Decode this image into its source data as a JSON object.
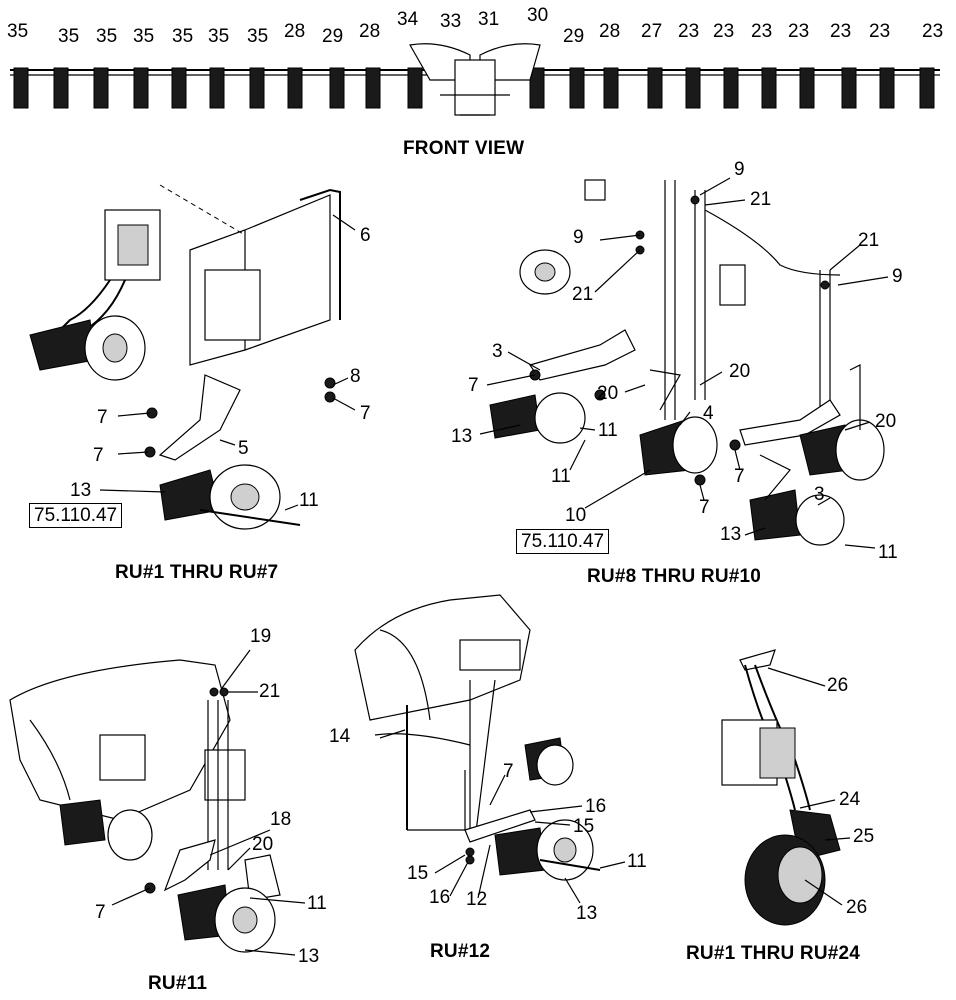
{
  "front_view": {
    "title": "FRONT VIEW",
    "callouts": [
      "35",
      "35",
      "35",
      "35",
      "35",
      "35",
      "35",
      "28",
      "29",
      "28",
      "34",
      "33",
      "31",
      "30",
      "29",
      "28",
      "27",
      "23",
      "23",
      "23",
      "23",
      "23",
      "23",
      "23"
    ]
  },
  "panel_ru1_7": {
    "title": "RU#1 THRU RU#7",
    "reference": "75.110.47",
    "callouts": [
      "6",
      "8",
      "7",
      "7",
      "5",
      "7",
      "13",
      "11"
    ]
  },
  "panel_ru8_10": {
    "title": "RU#8 THRU RU#10",
    "reference": "75.110.47",
    "callouts": [
      "9",
      "21",
      "9",
      "21",
      "9",
      "21",
      "3",
      "7",
      "20",
      "20",
      "4",
      "13",
      "11",
      "11",
      "20",
      "7",
      "7",
      "10",
      "3",
      "13",
      "11"
    ]
  },
  "panel_ru11": {
    "title": "RU#11",
    "callouts": [
      "19",
      "21",
      "18",
      "20",
      "7",
      "11",
      "13"
    ]
  },
  "panel_ru12": {
    "title": "RU#12",
    "callouts": [
      "14",
      "7",
      "16",
      "15",
      "15",
      "16",
      "12",
      "11",
      "13"
    ]
  },
  "panel_ru1_24": {
    "title": "RU#1 THRU RU#24",
    "callouts": [
      "26",
      "24",
      "25",
      "26"
    ]
  }
}
